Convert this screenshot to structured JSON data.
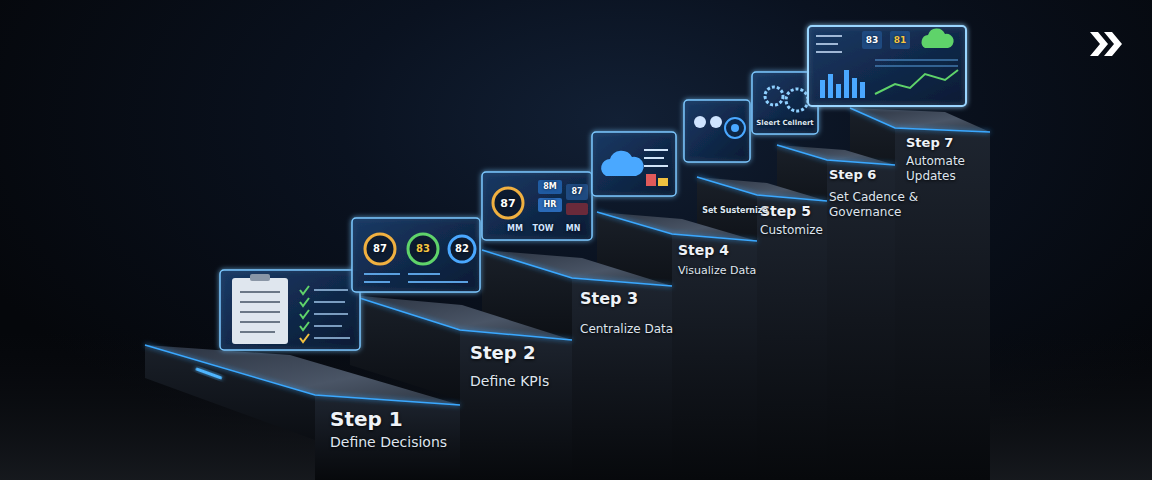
{
  "diagram": {
    "nodes": [
      {
        "text": [
          "Step 1",
          "Define Decisions"
        ]
      },
      {
        "text": [
          "Step 2",
          "Define KPIs"
        ]
      },
      {
        "text": [
          "Step 3",
          "Centralize Data"
        ]
      },
      {
        "text": [
          "Step 4",
          "Visualize Data"
        ]
      },
      {
        "text": [
          "Step 5",
          "Customize"
        ]
      },
      {
        "text": [
          "Step 6",
          "Set Cadence & Governance"
        ]
      },
      {
        "text": [
          "Step 7",
          "Automate Updates"
        ]
      }
    ],
    "labels": [
      "87",
      "83",
      "82",
      "87",
      "8M",
      "87",
      "HR",
      "MM",
      "TOW",
      "MN",
      "Set Susternize",
      "Sleert Cellnert",
      "83",
      "81"
    ]
  }
}
